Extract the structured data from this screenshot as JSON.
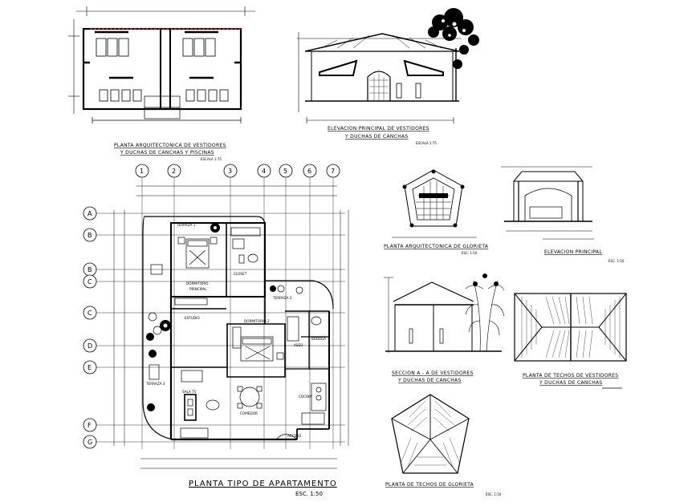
{
  "drawing": {
    "top_plan": {
      "title_line1": "PLANTA ARQUITECTONICA DE VESTIDORES",
      "title_line2": "Y DUCHAS DE CANCHAS Y PISCINAS",
      "scale": "ESCALA 1:75"
    },
    "top_elevation": {
      "title_line1": "ELEVACION PRINCIPAL DE VESTIDORES",
      "title_line2": "Y DUCHAS DE CANCHAS",
      "scale": "ESCALA 1:75"
    },
    "main_plan": {
      "title": "PLANTA TIPO DE APARTAMENTO",
      "scale": "ESC. 1:50",
      "column_axes": [
        "1",
        "2",
        "3",
        "4",
        "5",
        "6",
        "7"
      ],
      "row_axes": [
        "A",
        "B",
        "B",
        "C",
        "C",
        "D",
        "E",
        "F",
        "G"
      ],
      "rooms": {
        "terraza1": "TERRAZA 1",
        "dormitorio_principal_1": "DORMITORIO",
        "dormitorio_principal_2": "PRINCIPAL",
        "closet": "CLOSET",
        "terraza2": "TERRAZA 2",
        "estudio": "ESTUDIO",
        "dormitorio2": "DORMITORIO 2",
        "aseo": "ASEO",
        "bodega": "BODEGA",
        "terraza3": "TERRAZA 3",
        "sala_tv": "SALA TV",
        "cocina": "COCINA",
        "comedor": "COMEDOR",
        "acceso": "ACCESO"
      }
    },
    "glorieta_plan": {
      "title": "PLANTA ARQUITECTONICA DE GLORIETA",
      "scale": "ESC. 1:50"
    },
    "glorieta_elevation": {
      "title": "ELEVACION PRINCIPAL",
      "scale": "ESC. 1:50"
    },
    "section": {
      "title_line1": "SECCION A - A DE VESTIDORES",
      "title_line2": "Y DUCHAS DE CANCHAS"
    },
    "roof_plan": {
      "title_line1": "PLANTA DE TECHOS DE VESTIDORES",
      "title_line2": "Y DUCHAS DE CANCHAS"
    },
    "glorieta_roof": {
      "title": "PLANTA DE TECHOS DE GLORIETA",
      "scale": "ESC. 1:50"
    }
  }
}
